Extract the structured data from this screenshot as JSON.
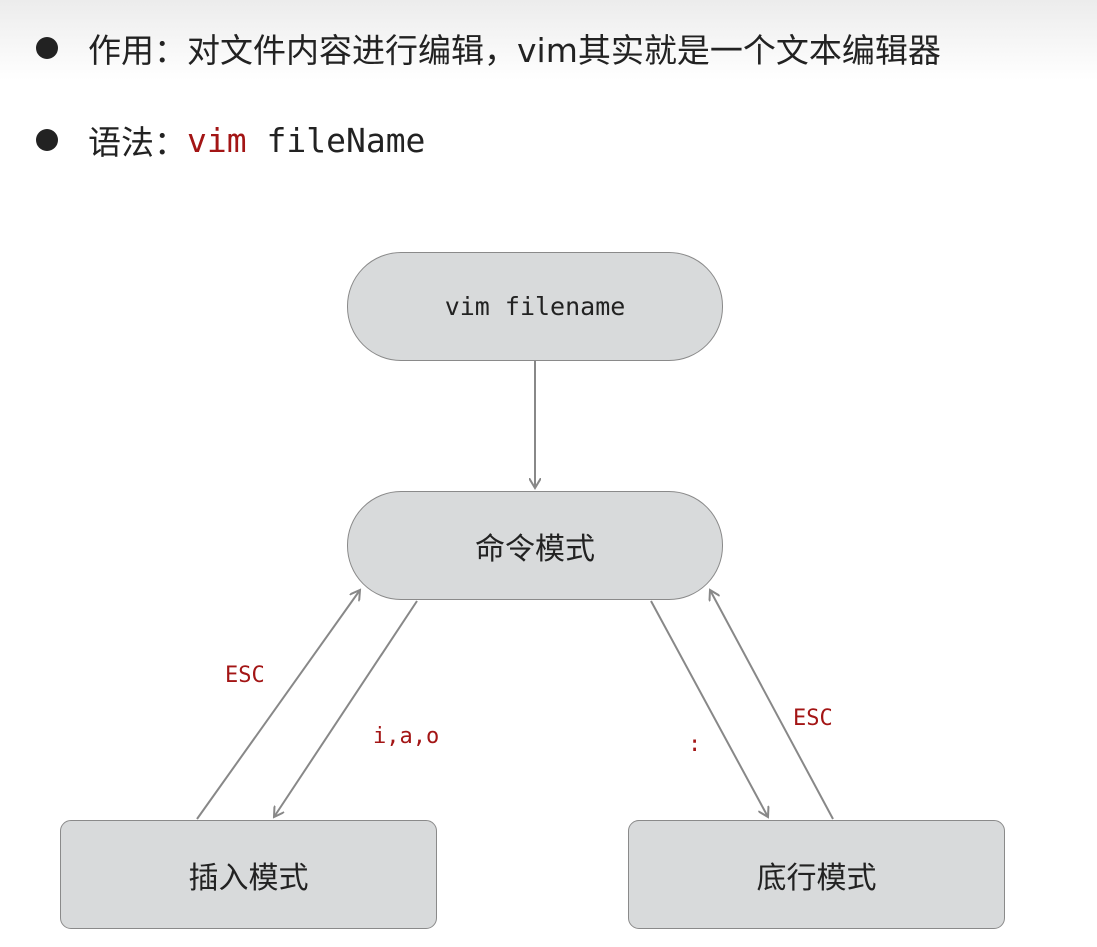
{
  "bullets": [
    {
      "label": "作用：",
      "text": "对文件内容进行编辑，vim其实就是一个文本编辑器"
    },
    {
      "label": "语法：",
      "command": "vim",
      "argument": "fileName"
    }
  ],
  "diagram": {
    "nodes": {
      "start": "vim filename",
      "command_mode": "命令模式",
      "insert_mode": "插入模式",
      "last_line_mode": "底行模式"
    },
    "edges": {
      "insert_to_command": "ESC",
      "command_to_insert": "i,a,o",
      "command_to_last_line": ":",
      "last_line_to_command": "ESC"
    }
  }
}
